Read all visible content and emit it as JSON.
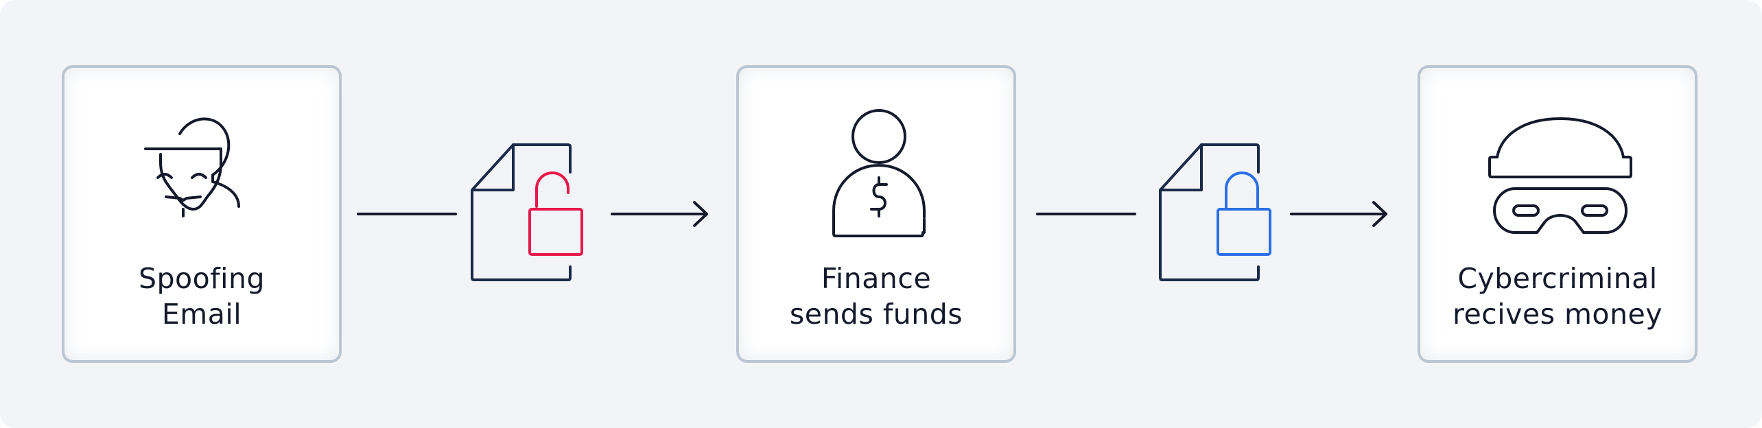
{
  "steps": [
    {
      "line1": "Spoofing",
      "line2": "Email",
      "icon": "spoofing-face-icon"
    },
    {
      "line1": "Finance",
      "line2": "sends funds",
      "icon": "finance-person-dollar-icon"
    },
    {
      "line1": "Cybercriminal",
      "line2": "recives money",
      "icon": "masked-criminal-icon"
    }
  ],
  "connectors": [
    {
      "icon": "document-unlocked-icon",
      "lock_color": "#e8174a"
    },
    {
      "icon": "document-locked-icon",
      "lock_color": "#2a6fe6"
    }
  ],
  "colors": {
    "stroke": "#141a2b",
    "document": "#1a2b4a",
    "box_border": "#bcc5d2",
    "background": "#f2f4f7"
  }
}
